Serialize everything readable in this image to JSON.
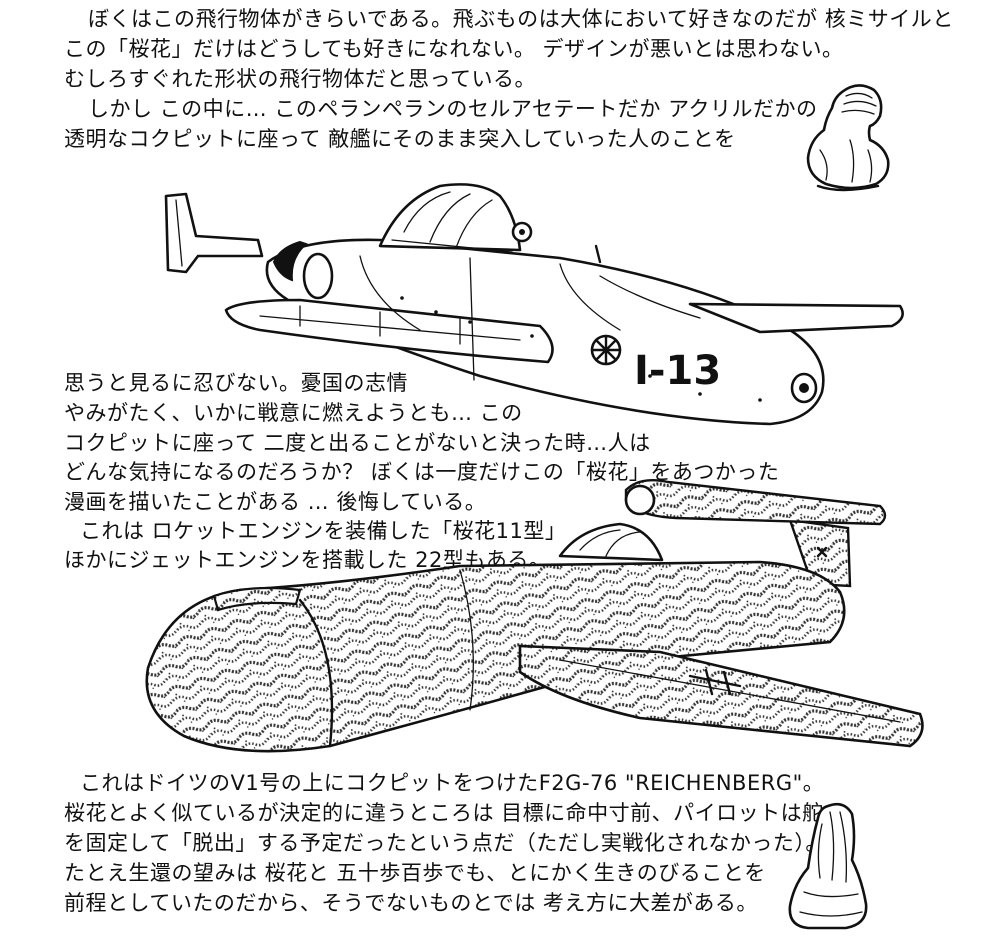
{
  "paragraph_top": {
    "lines": [
      "ぼくはこの飛行物体がきらいである。飛ぶものは大体において好きなのだが 核ミサイルと",
      "この「桜花」だけはどうしても好きになれない。 デザインが悪いとは思わない。",
      "むしろすぐれた形状の飛行物体だと思っている。",
      "しかし この中に… このペランペランのセルアセテートだか アクリルだかの",
      "透明なコクピットに座って 敵艦にそのまま突入していった人のことを"
    ]
  },
  "paragraph_middle": {
    "lines": [
      "思うと見るに忍びない。憂国の志情",
      "やみがたく、いかに戦意に燃えようとも… この",
      "コクピットに座って 二度と出ることがないと決った時…人は",
      "どんな気持になるのだろうか？ ぼくは一度だけこの「桜花」をあつかった",
      "漫画を描いたことがある … 後悔している。",
      "これは ロケットエンジンを装備した「桜花11型」",
      "ほかにジェットエンジンを搭載した 22型もある。"
    ]
  },
  "paragraph_bottom": {
    "lines": [
      "これはドイツのV1号の上にコクピットをつけたF2G-76 \"REICHENBERG\"。",
      "桜花とよく似ているが決定的に違うところは 目標に命中寸前、パイロットは舵",
      "を固定して「脱出」する予定だったという点だ（ただし実戦化されなかった）。",
      "たとえ生還の望みは 桜花と 五十歩百歩でも、とにかく生きのびることを",
      "前程としていたのだから、そうでないものとでは 考え方に大差がある。"
    ]
  },
  "ohka_marking": "I-13",
  "colors": {
    "ink": "#111111",
    "paper": "#ffffff"
  }
}
